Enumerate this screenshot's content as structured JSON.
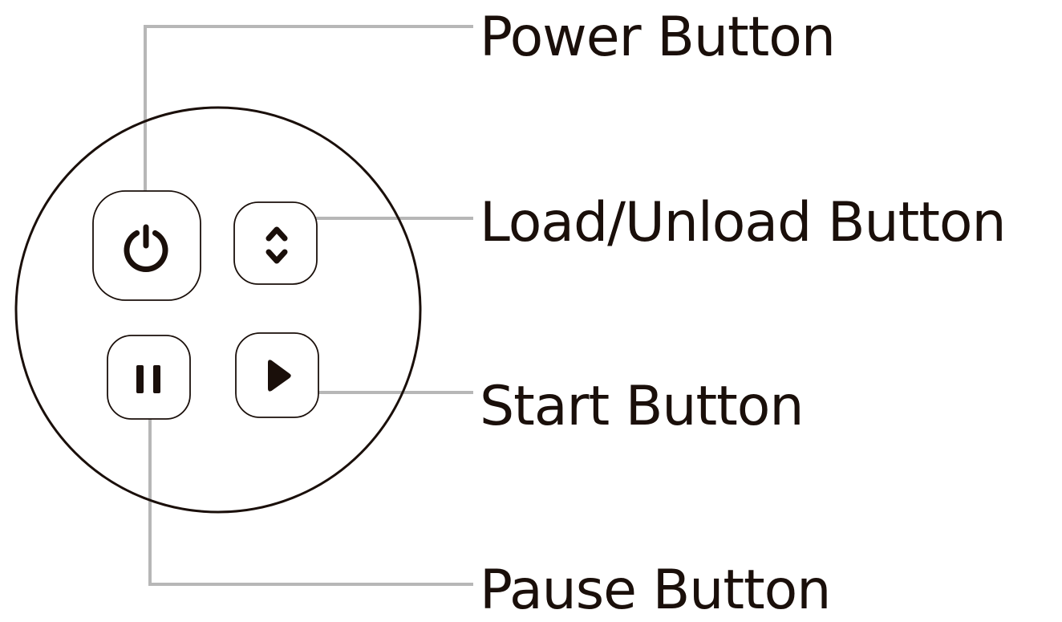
{
  "colors": {
    "outline": "#1a0f0a",
    "leader_line": "#b7b7b7",
    "background": "#ffffff"
  },
  "panel": {
    "buttons": [
      {
        "id": "power",
        "icon": "power-icon"
      },
      {
        "id": "load-unload",
        "icon": "chevron-up-down-icon"
      },
      {
        "id": "pause",
        "icon": "pause-icon"
      },
      {
        "id": "start",
        "icon": "play-icon"
      }
    ]
  },
  "callouts": {
    "power": "Power Button",
    "load_unload": "Load/Unload Button",
    "start": "Start Button",
    "pause": "Pause Button"
  }
}
